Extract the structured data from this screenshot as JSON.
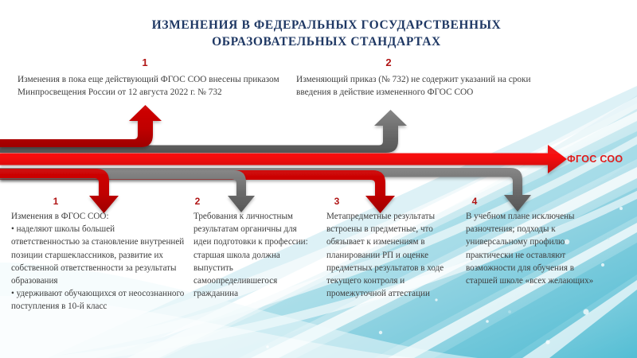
{
  "slide": {
    "title": "ИЗМЕНЕНИЯ В ФЕДЕРАЛЬНЫХ ГОСУДАРСТВЕННЫХ ОБРАЗОВАТЕЛЬНЫХ СТАНДАРТАХ",
    "title_line1": "ИЗМЕНЕНИЯ В ФЕДЕРАЛЬНЫХ ГОСУДАРСТВЕННЫХ",
    "title_line2": "ОБРАЗОВАТЕЛЬНЫХ СТАНДАРТАХ",
    "axis_label": "ФГОС СОО"
  },
  "top_callouts": [
    {
      "number": "1",
      "text": "Изменения в пока еще действующий ФГОС СОО внесены приказом Минпросвещения России от 12 августа 2022 г. № 732",
      "arrow_color": "#d81313"
    },
    {
      "number": "2",
      "text": "Изменяющий приказ (№ 732) не содержит указаний на сроки введения в действие измененного ФГОС СОО",
      "arrow_color": "#6e6e6e"
    }
  ],
  "bottom_columns": [
    {
      "number": "1",
      "text": "Изменения в ФГОС СОО:\n• наделяют школы большей ответственностью за становление внутренней позиции старшеклассников, развитие их собственной ответственности за результаты образования\n• удерживают обучающихся от неосознанного поступления в 10-й класс",
      "arrow_color": "#d81313"
    },
    {
      "number": "2",
      "text": "Требования к личностным результатам органичны для идеи подготовки к профессии: старшая школа должна выпустить самоопределившегося гражданина",
      "arrow_color": "#6e6e6e"
    },
    {
      "number": "3",
      "text": "Метапредметные результаты встроены в предметные, что обязывает к изменениям в планировании РП и оценке предметных результатов в ходе текущего контроля и промежуточной аттестации",
      "arrow_color": "#d81313"
    },
    {
      "number": "4",
      "text": "В учебном плане исключены разночтения; подходы к универсальному профилю практически не оставляют возможности для обучения в старшей школе «всех желающих»",
      "arrow_color": "#6e6e6e"
    }
  ],
  "colors": {
    "title": "#1f3864",
    "accent_red": "#d81313",
    "bright_red": "#f40f0f",
    "dark_red": "#c00000",
    "gray_arrow": "#6e6e6e",
    "number_red": "#b01414",
    "body_text": "#3d3d3d",
    "wave_teal": "#6fc6d9",
    "wave_light": "#cfe9ef"
  },
  "icons": {
    "arrow_up": "arrow-up-icon",
    "arrow_down": "arrow-down-icon",
    "arrow_right": "arrow-right-icon"
  }
}
